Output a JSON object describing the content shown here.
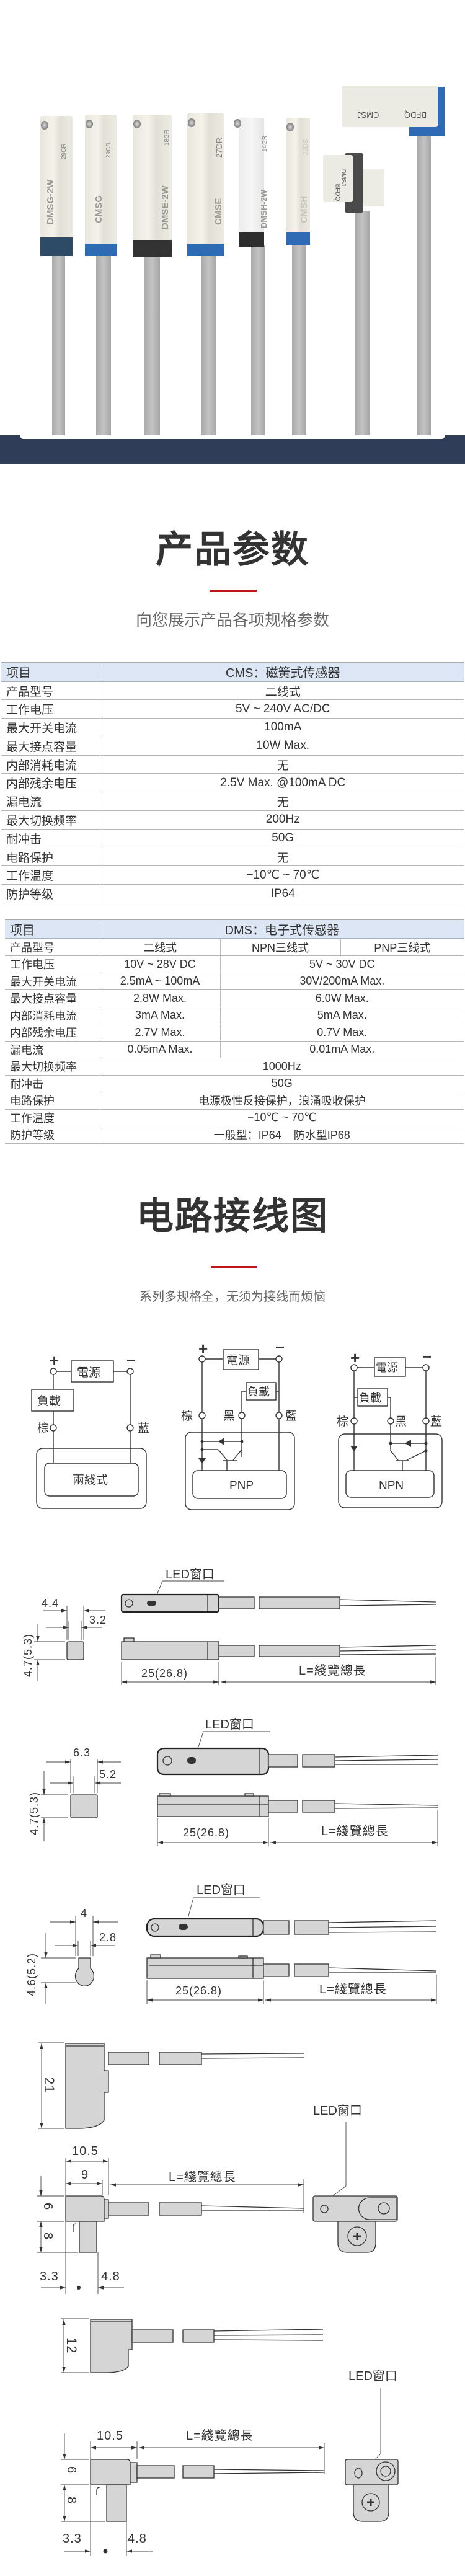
{
  "hero": {
    "sensor_labels": [
      {
        "model": "DMSG-2W",
        "code": "29CR"
      },
      {
        "model": "CMSG",
        "code": "29CR"
      },
      {
        "model": "DMSE-2W",
        "code": "18GR"
      },
      {
        "model": "CMSE",
        "code": "27DR"
      },
      {
        "model": "DMSH-2W",
        "code": "14GR"
      },
      {
        "model": "CMSH",
        "code": "23DS"
      },
      {
        "model": "DMSJ",
        "code": "BFDQ"
      },
      {
        "model": "CMSJ",
        "code": "BFDQ"
      }
    ],
    "colors": {
      "band": "#2f3d58",
      "cap_blue": "#2f6bb5",
      "cap_black": "#333333",
      "cap_navy": "#2d4a66"
    }
  },
  "params": {
    "title": "产品参数",
    "subtitle": "向您展示产品各项规格参数",
    "accent": "#c0151b"
  },
  "table_cms": {
    "header": [
      "项目",
      "CMS：磁簧式传感器"
    ],
    "rows": [
      [
        "产品型号",
        "二线式"
      ],
      [
        "工作电压",
        "5V ~ 240V AC/DC"
      ],
      [
        "最大开关电流",
        "100mA"
      ],
      [
        "最大接点容量",
        "10W  Max."
      ],
      [
        "内部消耗电流",
        "无"
      ],
      [
        "内部残余电压",
        "2.5V Max. @100mA DC"
      ],
      [
        "漏电流",
        "无"
      ],
      [
        "最大切换频率",
        "200Hz"
      ],
      [
        "耐冲击",
        "50G"
      ],
      [
        "电路保护",
        "无"
      ],
      [
        "工作温度",
        "−10℃ ~ 70℃"
      ],
      [
        "防护等级",
        "IP64"
      ]
    ]
  },
  "table_dms": {
    "header": [
      "项目",
      "DMS：电子式传感器"
    ],
    "model_row": [
      "产品型号",
      "二线式",
      "NPN三线式",
      "PNP三线式"
    ],
    "split_rows": [
      [
        "工作电压",
        "10V ~ 28V DC",
        "5V ~ 30V DC"
      ],
      [
        "最大开关电流",
        "2.5mA ~ 100mA",
        "30V/200mA  Max."
      ],
      [
        "最大接点容量",
        "2.8W Max.",
        "6.0W Max."
      ],
      [
        "内部消耗电流",
        "3mA Max.",
        "5mA Max."
      ],
      [
        "内部残余电压",
        "2.7V Max.",
        "0.7V Max."
      ],
      [
        "漏电流",
        "0.05mA Max.",
        "0.01mA Max."
      ]
    ],
    "rows": [
      [
        "最大切换频率",
        "1000Hz"
      ],
      [
        "耐冲击",
        "50G"
      ],
      [
        "电路保护",
        "电源极性反接保护，浪涌吸收保护"
      ],
      [
        "工作温度",
        "−10℃ ~ 70℃"
      ],
      [
        "防护等级",
        "一般型：IP64    防水型IP68"
      ]
    ]
  },
  "wiring": {
    "title": "电路接线图",
    "subtitle": "系列多规格全，无须为接线而烦恼",
    "plus": "+",
    "minus": "−",
    "power": "電源",
    "load": "負載",
    "brown": "棕",
    "black": "黑",
    "blue": "藍",
    "types": [
      "兩綫式",
      "PNP",
      "NPN"
    ]
  },
  "dimensions": {
    "led_window": "LED窗口",
    "cable_length": "L=綫覽總長",
    "d1": {
      "w": "4.4",
      "w2": "3.2",
      "h": "4.7(5.3)",
      "body": "25(26.8)"
    },
    "d2": {
      "w": "6.3",
      "w2": "5.2",
      "h": "4.7(5.3)",
      "body": "25(26.8)"
    },
    "d3": {
      "w": "4",
      "w2": "2.8",
      "h": "4.6(5.2)",
      "body": "25(26.8)"
    },
    "d4": {
      "height": "21",
      "w": "10.5",
      "w2": "9",
      "h1": "6",
      "h2": "8",
      "a": "3.3",
      "b": "4.8"
    },
    "d5": {
      "height": "12",
      "w": "10.5",
      "h1": "6",
      "h2": "8",
      "a": "3.3",
      "b": "4.8"
    }
  }
}
